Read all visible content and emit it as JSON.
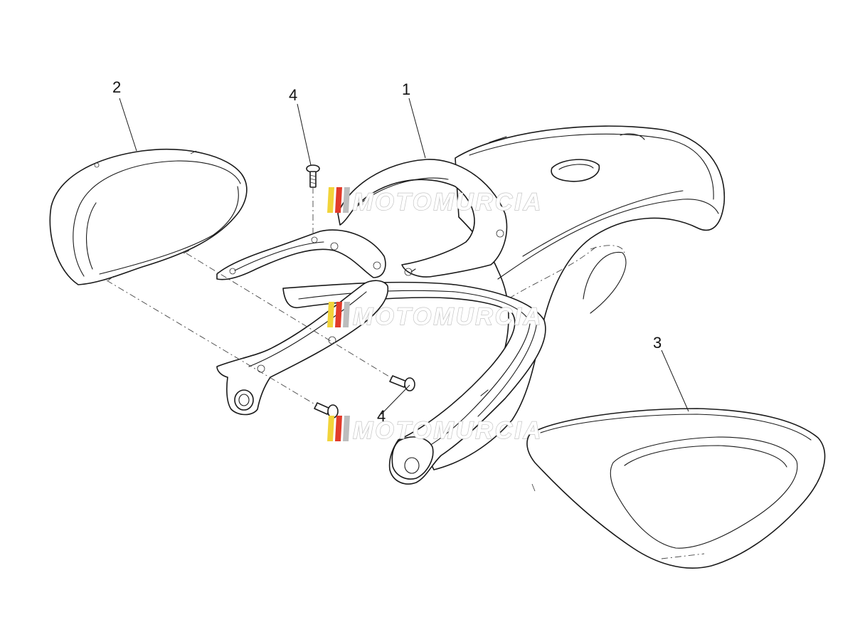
{
  "callouts": [
    {
      "id": "1",
      "label": "1"
    },
    {
      "id": "2",
      "label": "2"
    },
    {
      "id": "3",
      "label": "3"
    },
    {
      "id": "4a",
      "label": "4"
    },
    {
      "id": "4b",
      "label": "4"
    }
  ],
  "watermark": {
    "text": "MOTOMURCIA",
    "stripe_colors": [
      "#f2d43a",
      "#e23b2a",
      "#bdbdbd"
    ]
  },
  "colors": {
    "line": "#1a1a1a",
    "background": "#ffffff",
    "watermark_outline": "#c4c4c4"
  }
}
